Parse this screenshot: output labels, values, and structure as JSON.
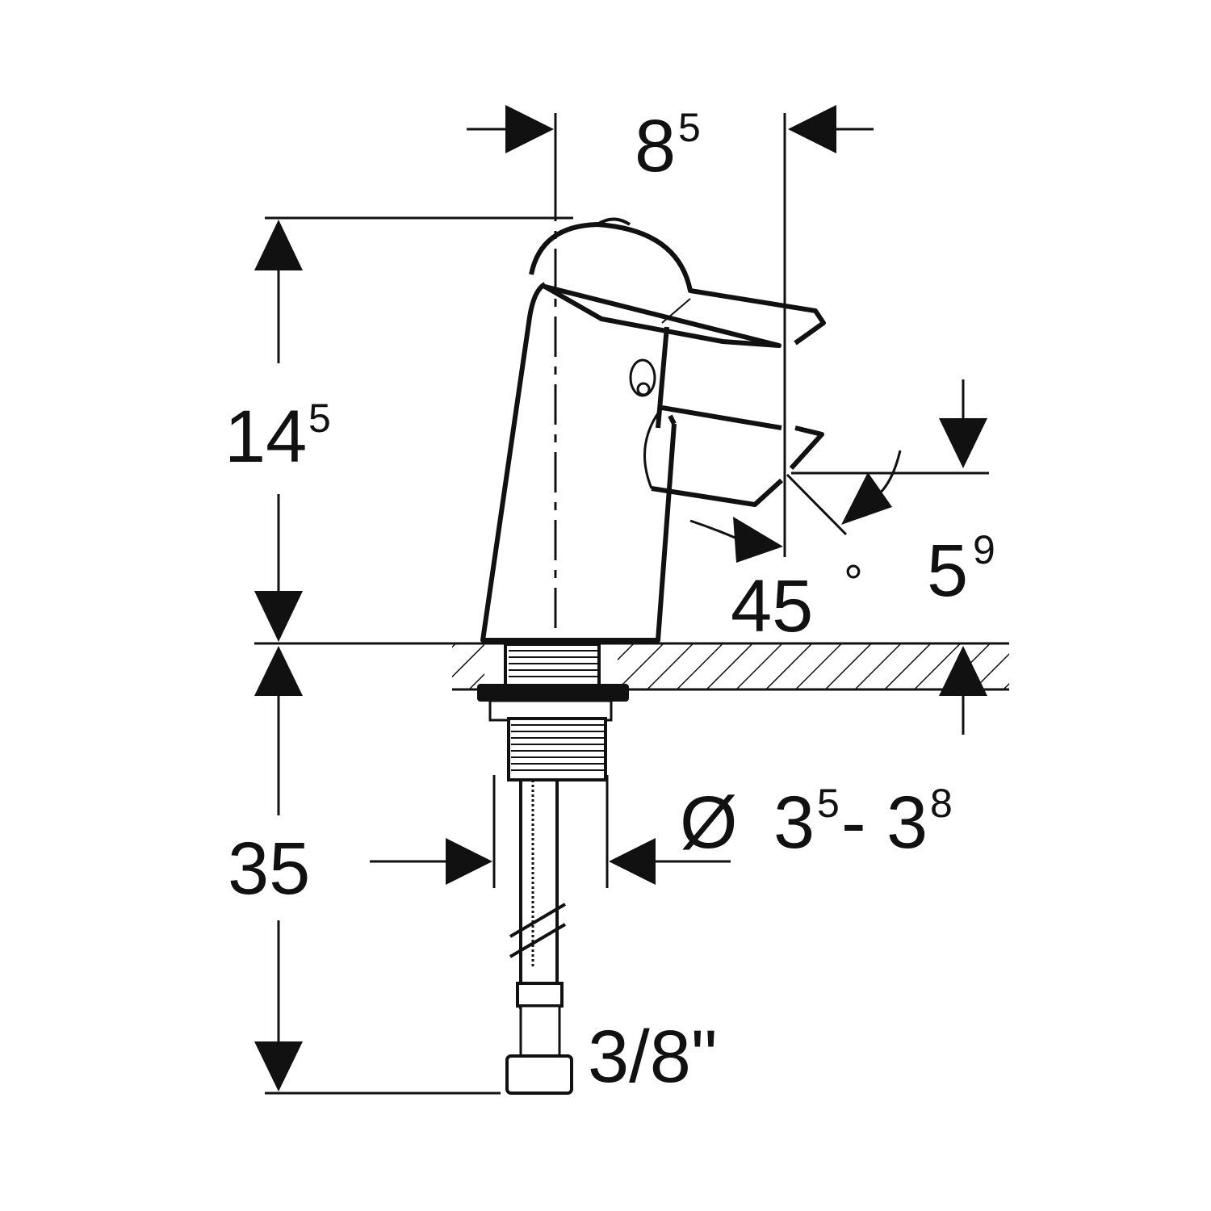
{
  "diagram": {
    "subject": "Basin mixer faucet dimension drawing",
    "colors": {
      "line": "#111111",
      "background": "#ffffff"
    },
    "dimensions": {
      "spout_reach": {
        "main": "8",
        "sup": "5"
      },
      "height_above_deck": {
        "main": "14",
        "sup": "5"
      },
      "length_below_deck": {
        "main": "35",
        "sup": ""
      },
      "outlet_height": {
        "main": "5",
        "sup": "9"
      },
      "outlet_angle": {
        "main": "45",
        "sup": "°"
      },
      "hole_diameter": {
        "symbol": "Ø",
        "a_main": "3",
        "a_sup": "5",
        "dash": "-",
        "b_main": "3",
        "b_sup": "8"
      },
      "connection": {
        "main": "3/8\""
      }
    }
  }
}
